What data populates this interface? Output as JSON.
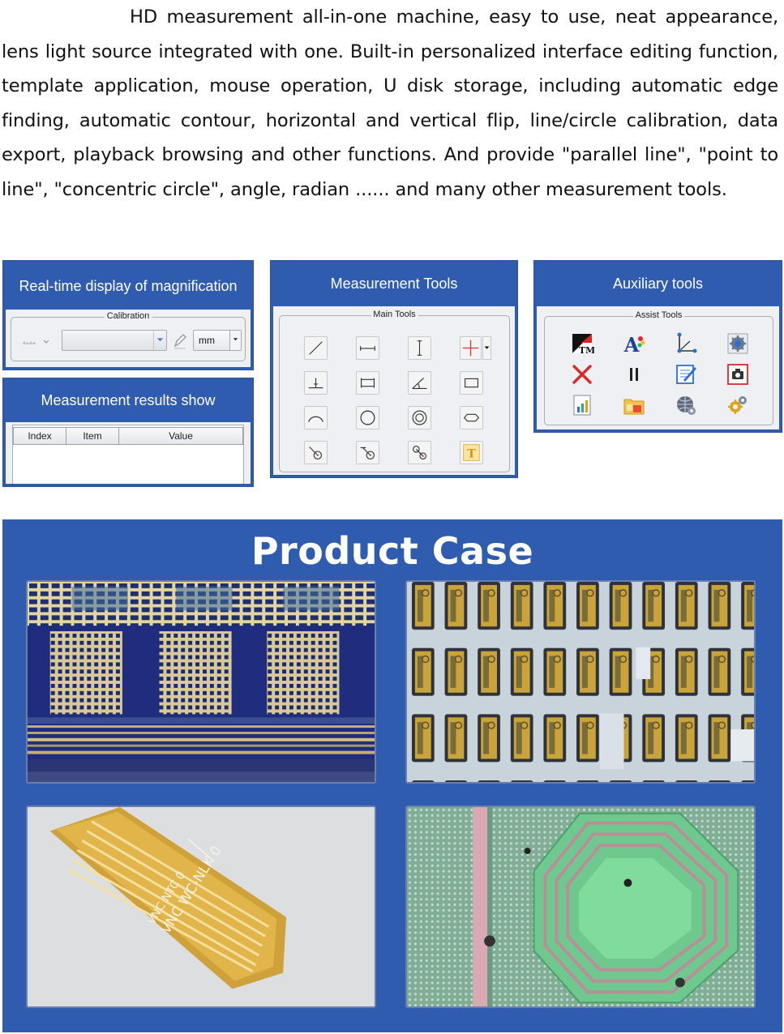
{
  "intro": {
    "paragraph": "HD measurement all-in-one machine, easy to use, neat appearance, lens light source integrated with one. Built-in personalized interface editing function, template application, mouse operation, U disk storage, including automatic edge finding, automatic contour, horizontal and vertical flip, line/circle calibration, data export, playback browsing and other functions. And provide \"parallel line\", \"point to line\", \"concentric circle\", angle, radian ...... and many other measurement tools."
  },
  "magnification_panel": {
    "title": "Real-time display of magnification",
    "group_label": "Calibration",
    "unit_value": "mm"
  },
  "results_panel": {
    "title": "Measurement results show",
    "columns": [
      "Index",
      "Item",
      "Value"
    ]
  },
  "measurement_panel": {
    "title": "Measurement Tools",
    "group_label": "Main Tools",
    "text_tool_glyph": "T"
  },
  "auxiliary_panel": {
    "title": "Auxiliary tools",
    "group_label": "Assist Tools",
    "logo_glyph": "TM",
    "font_glyph": "A"
  },
  "product_case": {
    "title": "Product Case",
    "fpc_marking": "VNC WC-NLK 0",
    "fpc_marking_lower": "VNC NTC 0"
  },
  "colors": {
    "panel_blue": "#2f5caf",
    "panel_body": "#eef0f4",
    "gold": "#d8b94a",
    "circuit_green": "#6ec489"
  }
}
